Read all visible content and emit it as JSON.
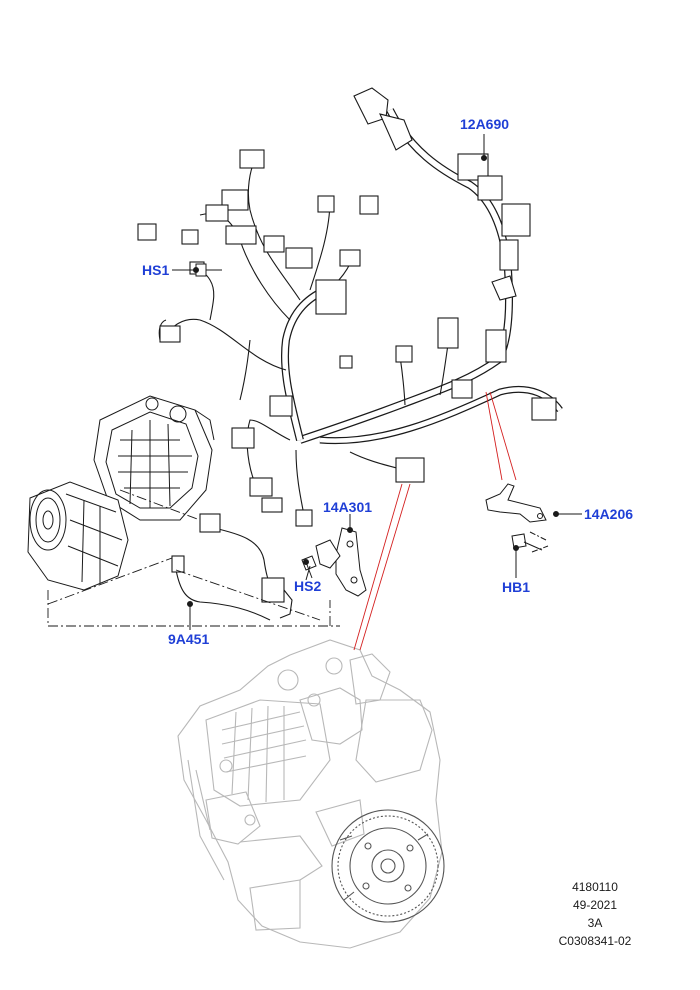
{
  "colors": {
    "callout_text": "#1f3fd6",
    "line": "#1a1a1a",
    "leader_red": "#d42020",
    "engine_gray": "#b8b8b8"
  },
  "callouts": {
    "c12A690": "12A690",
    "cHS1": "HS1",
    "c14A301": "14A301",
    "c14A206": "14A206",
    "cHS2": "HS2",
    "cHB1": "HB1",
    "c9A451": "9A451"
  },
  "reference": {
    "line1": "4180110",
    "line2": "49-2021",
    "line3": "3A",
    "line4": "C0308341-02"
  },
  "icons": [
    "engine-block-icon",
    "wiring-harness-icon",
    "alternator-icon",
    "ac-compressor-icon",
    "bracket-icon",
    "bolt-icon"
  ]
}
